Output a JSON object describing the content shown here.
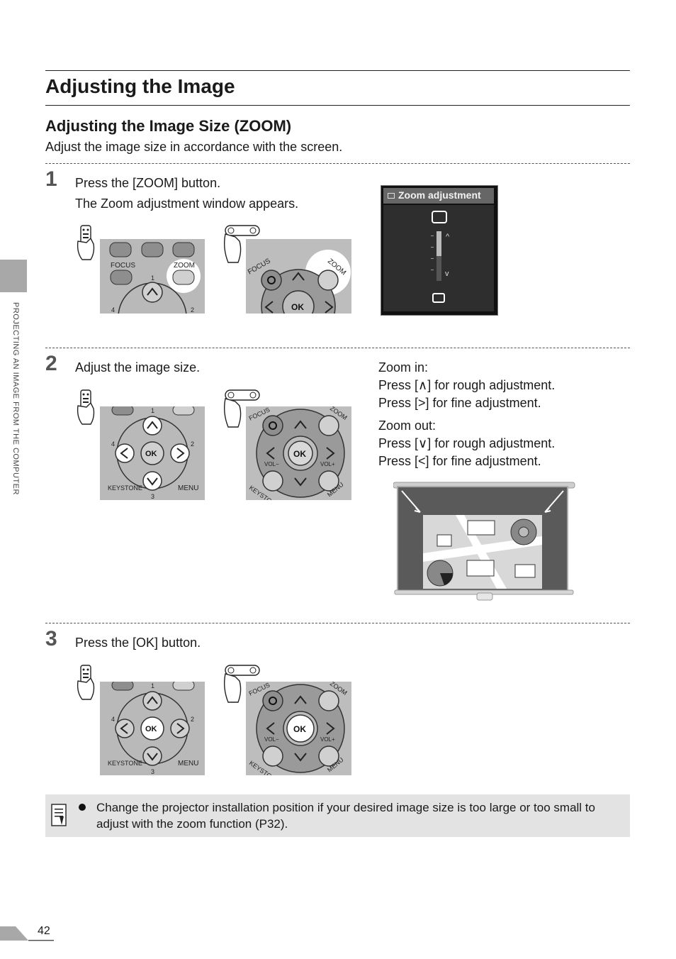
{
  "page": {
    "title": "Adjusting the Image",
    "section_title": "Adjusting the Image Size (ZOOM)",
    "intro": "Adjust the image size in accordance with the screen.",
    "side_label": "PROJECTING AN IMAGE FROM THE COMPUTER",
    "page_number": "42"
  },
  "steps": [
    {
      "number": "1",
      "text": "Press the [ZOOM] button.",
      "subtext": "The Zoom adjustment window appears."
    },
    {
      "number": "2",
      "text": "Adjust the image size.",
      "zoom_in_title": "Zoom in:",
      "zoom_in_rough": "Press [∧] for rough adjustment.",
      "zoom_in_fine": "Press [>] for fine adjustment.",
      "zoom_out_title": "Zoom out:",
      "zoom_out_rough": "Press [∨] for rough adjustment.",
      "zoom_out_fine": "Press [<] for fine adjustment."
    },
    {
      "number": "3",
      "text": "Press the [OK] button."
    }
  ],
  "zoom_window": {
    "title": "Zoom adjustment"
  },
  "remote_labels": {
    "focus": "FOCUS",
    "zoom": "ZOOM",
    "ok": "OK",
    "keystone": "KEYSTONE",
    "menu": "MENU",
    "vol_minus": "VOL−",
    "vol_plus": "VOL+",
    "n1": "1",
    "n2": "2",
    "n3": "3",
    "n4": "4"
  },
  "note": {
    "text": "Change the projector installation position if your desired image size is too large or too small to adjust with the zoom function (P32)."
  },
  "icons": {
    "remote": "remote-control-icon",
    "projector_panel": "projector-panel-icon",
    "memo": "memo-note-icon"
  }
}
